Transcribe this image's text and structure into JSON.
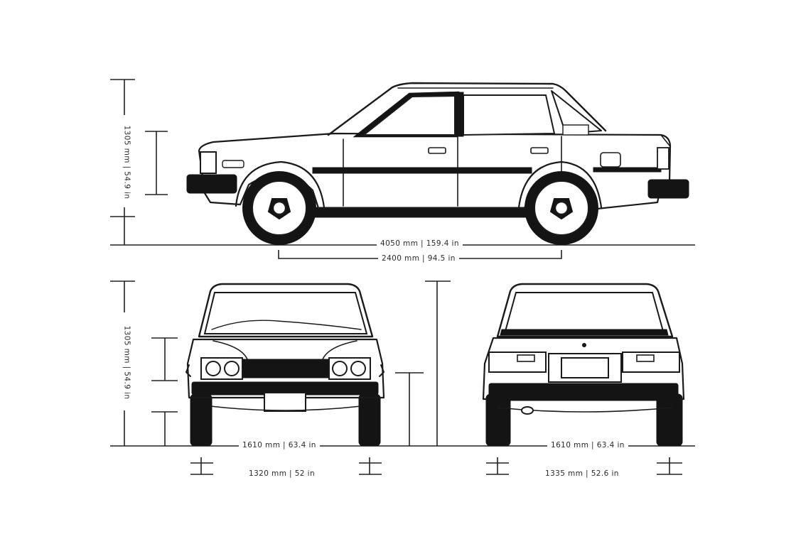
{
  "dimensions": {
    "length": "4050 mm | 159.4 in",
    "wheelbase": "2400 mm | 94.5 in",
    "height_side": "1305 mm | 54.9 in",
    "height_front": "1305 mm | 54.9 in",
    "width_front": "1610 mm | 63.4 in",
    "width_rear": "1610 mm | 63.4 in",
    "track_front": "1320 mm | 52 in",
    "track_rear": "1335 mm | 52.6 in"
  }
}
